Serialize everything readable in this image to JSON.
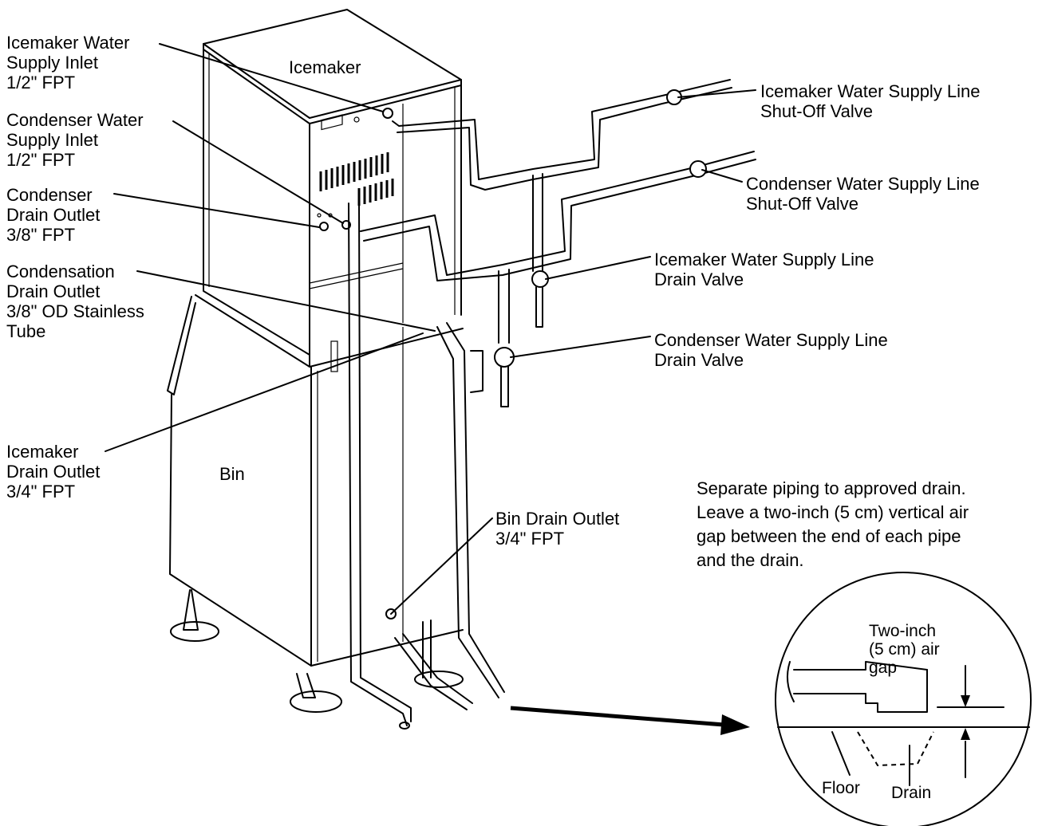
{
  "labels": {
    "icemaker": "Icemaker",
    "bin": "Bin",
    "icemaker_water_supply_inlet": "Icemaker Water\nSupply Inlet\n1/2\" FPT",
    "condenser_water_supply_inlet": "Condenser Water\nSupply Inlet\n1/2\" FPT",
    "condenser_drain_outlet": "Condenser\nDrain Outlet\n3/8\" FPT",
    "condensation_drain_outlet": "Condensation\nDrain Outlet\n3/8\" OD Stainless\nTube",
    "icemaker_drain_outlet": "Icemaker\nDrain Outlet\n3/4\" FPT",
    "icemaker_supply_shutoff": "Icemaker Water Supply Line\nShut-Off Valve",
    "condenser_supply_shutoff": "Condenser Water Supply Line\nShut-Off Valve",
    "icemaker_supply_drain_valve": "Icemaker Water Supply Line\nDrain Valve",
    "condenser_supply_drain_valve": "Condenser Water Supply Line\nDrain Valve",
    "bin_drain_outlet": "Bin Drain Outlet\n3/4\" FPT",
    "note": "Separate piping to approved drain.\nLeave a two-inch (5 cm) vertical air\ngap between the end of each pipe\nand the drain.",
    "air_gap": "Two-inch\n(5 cm) air\ngap",
    "floor": "Floor",
    "drain": "Drain"
  }
}
